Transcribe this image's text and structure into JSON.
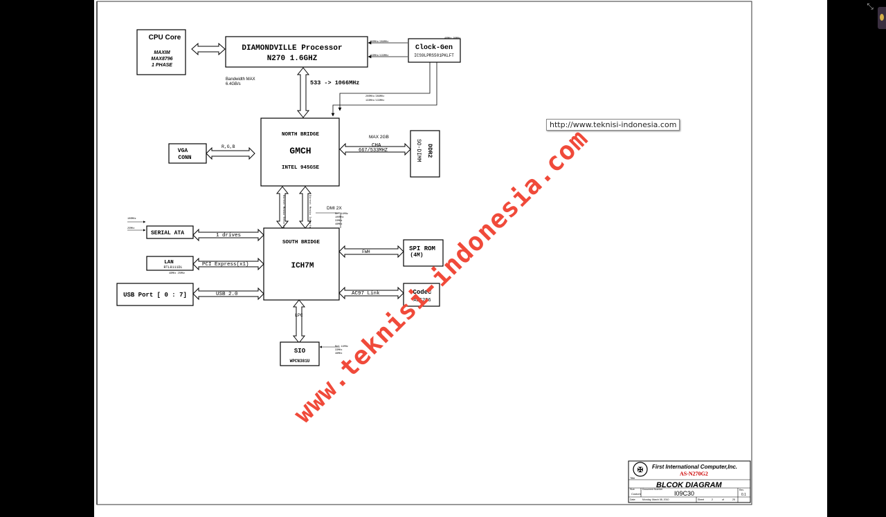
{
  "viewer": {
    "fullscreen_icon": "collapse-arrows-icon",
    "side_thumb_icon": "lightbulb-icon"
  },
  "watermark": {
    "text": "www.teknisi-indonesia.com",
    "url_label": "http://www.teknisi-indonesia.com",
    "color": "#f04a3a"
  },
  "blocks": {
    "cpu_core": {
      "title": "CPU Core",
      "line1": "MAXIM",
      "line2": "MAX8796",
      "line3": "1 PHASE"
    },
    "processor": {
      "line1": "DIAMONDVILLE Processor",
      "line2": "N270 1.6GHZ"
    },
    "clock_gen": {
      "title": "Clock-Gen",
      "part": "ICS9LPRS501PKLFT"
    },
    "north_bridge": {
      "title": "NORTH BRIDGE",
      "name": "GMCH",
      "part": "INTEL 945GSE"
    },
    "ddr2": {
      "line1": "DDR2",
      "line2": "SO-DIMM"
    },
    "vga": {
      "line1": "VGA",
      "line2": "CONN"
    },
    "south_bridge": {
      "title": "SOUTH BRIDGE",
      "name": "ICH7M"
    },
    "serial_ata": {
      "title": "SERIAL ATA"
    },
    "lan": {
      "title": "LAN",
      "part": "RTL8111DL"
    },
    "usb_port": {
      "title": "USB Port [ 0 : 7]"
    },
    "spi_rom": {
      "line1": "SPI ROM",
      "line2": "(4M)"
    },
    "codec": {
      "line1": "Codec",
      "line2": "ALC296"
    },
    "sio": {
      "title": "SIO",
      "part": "WPCN381U"
    }
  },
  "links": {
    "bandwidth_line1": "Bandwidth MAX",
    "bandwidth_line2": "6.4GB/s",
    "fsb": "533 -> 1066MHz",
    "rgb": "R,G,B",
    "ddr_max": "MAX 2GB",
    "cha": "CHA",
    "ddr_speed": "667/533MHZ",
    "dmi": "DMI 2X",
    "dmi_left": "Direct Media Interface 1GB/s",
    "dmi_right": "Direct Media Interface 1GB/s",
    "sata": "1 drives",
    "pcie": "PCI Express(x1)",
    "usb": "USB 2.0",
    "fwh": "FWH",
    "ac97": "AC97 Link",
    "lpc": "LPC",
    "tiny_clk_proc_a": "200MHz/266MHz",
    "tiny_clk_proc_b": "133MHz/133MHz",
    "tiny_clk_top": "48MHz 96MHz",
    "tiny_clk_nb_a": "200MHz/266MHz",
    "tiny_clk_nb_b": "133MHz/133MHz",
    "tiny_sata_a": "100MHz",
    "tiny_sata_b": "25MHz",
    "tiny_lan": "48MHz 25MHz",
    "tiny_sb_a": "Ref 14MHz",
    "tiny_sb_b": "100MHz",
    "tiny_sb_c": "33MHz",
    "tiny_sb_d": "48MHz",
    "tiny_sio_a": "Ref 14MHz",
    "tiny_sio_b": "33MHz",
    "tiny_sio_c": "48MHz"
  },
  "title_block": {
    "company": "First International Computer,Inc.",
    "model": "AS-N270G2",
    "title_label": "Title",
    "title": "BLCOK DIAGRAM",
    "size_label": "Size",
    "size": "Custom",
    "docnum_label": "Document Number",
    "docnum": "I09C30",
    "rev_label": "Rev",
    "rev": "0.1",
    "date_label": "Date:",
    "date": "Monday, March 08, 2010",
    "sheet_label": "Sheet",
    "sheet_num": "2",
    "of_label": "of",
    "sheet_total": "25"
  }
}
